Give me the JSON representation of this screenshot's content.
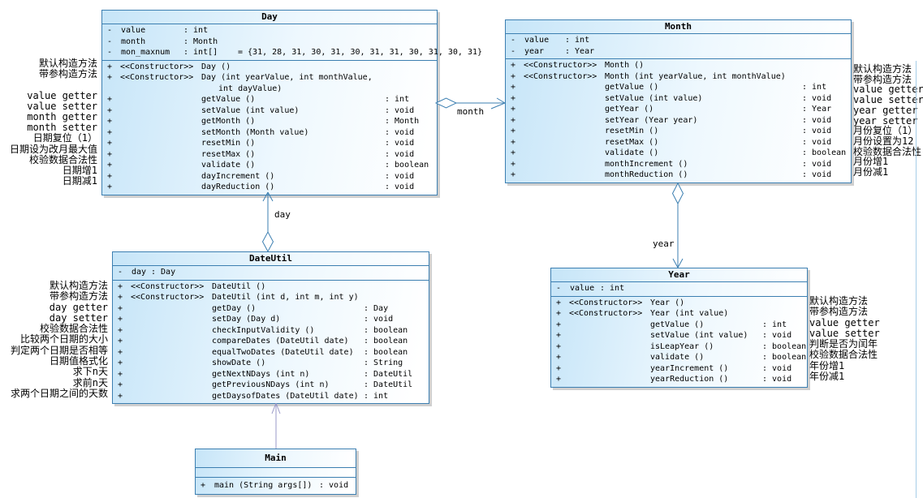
{
  "diagram": {
    "colors": {
      "box_border": "#3c7fb1",
      "box_fill_start": "#c6e5f8",
      "box_fill_end": "#ffffff",
      "association_line": "#3c7fb1",
      "dependency_line": "#9a9ac8",
      "text": "#000000"
    },
    "classes": {
      "day": {
        "title": "Day",
        "attributes": [
          {
            "v": "-",
            "name": "value",
            "type": "int"
          },
          {
            "v": "-",
            "name": "month",
            "type": "Month"
          },
          {
            "v": "-",
            "name": "mon_maxnum",
            "type": "int[]",
            "def": "= {31, 28, 31, 30, 31, 30, 31, 31, 30, 31, 30, 31}"
          }
        ],
        "methods": [
          {
            "v": "+",
            "st": "<<Constructor>>",
            "name": "Day ()"
          },
          {
            "v": "+",
            "st": "<<Constructor>>",
            "name": "Day (int yearValue, int monthValue,"
          },
          {
            "cont": "int dayValue)"
          },
          {
            "v": "+",
            "name": "getValue ()",
            "type": "int"
          },
          {
            "v": "+",
            "name": "setValue (int value)",
            "type": "void"
          },
          {
            "v": "+",
            "name": "getMonth ()",
            "type": "Month"
          },
          {
            "v": "+",
            "name": "setMonth (Month value)",
            "type": "void"
          },
          {
            "v": "+",
            "name": "resetMin ()",
            "type": "void"
          },
          {
            "v": "+",
            "name": "resetMax ()",
            "type": "void"
          },
          {
            "v": "+",
            "name": "validate ()",
            "type": "boolean"
          },
          {
            "v": "+",
            "name": "dayIncrement ()",
            "type": "void"
          },
          {
            "v": "+",
            "name": "dayReduction ()",
            "type": "void"
          }
        ]
      },
      "month": {
        "title": "Month",
        "attributes": [
          {
            "v": "-",
            "name": "value",
            "type": "int"
          },
          {
            "v": "-",
            "name": "year",
            "type": "Year"
          }
        ],
        "methods": [
          {
            "v": "+",
            "st": "<<Constructor>>",
            "name": "Month ()"
          },
          {
            "v": "+",
            "st": "<<Constructor>>",
            "name": "Month (int yearValue, int monthValue)"
          },
          {
            "v": "+",
            "name": "getValue ()",
            "type": "int"
          },
          {
            "v": "+",
            "name": "setValue (int value)",
            "type": "void"
          },
          {
            "v": "+",
            "name": "getYear ()",
            "type": "Year"
          },
          {
            "v": "+",
            "name": "setYear (Year year)",
            "type": "void"
          },
          {
            "v": "+",
            "name": "resetMin ()",
            "type": "void"
          },
          {
            "v": "+",
            "name": "resetMax ()",
            "type": "void"
          },
          {
            "v": "+",
            "name": "validate ()",
            "type": "boolean"
          },
          {
            "v": "+",
            "name": "monthIncrement ()",
            "type": "void"
          },
          {
            "v": "+",
            "name": "monthReduction ()",
            "type": "void"
          }
        ]
      },
      "dateutil": {
        "title": "DateUtil",
        "attributes": [
          {
            "v": "-",
            "name": "day",
            "type": "Day"
          }
        ],
        "methods": [
          {
            "v": "+",
            "st": "<<Constructor>>",
            "name": "DateUtil ()"
          },
          {
            "v": "+",
            "st": "<<Constructor>>",
            "name": "DateUtil (int d, int m, int y)"
          },
          {
            "v": "+",
            "name": "getDay ()",
            "type": "Day"
          },
          {
            "v": "+",
            "name": "setDay (Day d)",
            "type": "void"
          },
          {
            "v": "+",
            "name": "checkInputValidity ()",
            "type": "boolean"
          },
          {
            "v": "+",
            "name": "compareDates (DateUtil date)",
            "type": "boolean"
          },
          {
            "v": "+",
            "name": "equalTwoDates (DateUtil date)",
            "type": "boolean"
          },
          {
            "v": "+",
            "name": "showDate ()",
            "type": "String"
          },
          {
            "v": "+",
            "name": "getNextNDays (int n)",
            "type": "DateUtil"
          },
          {
            "v": "+",
            "name": "getPreviousNDays (int n)",
            "type": "DateUtil"
          },
          {
            "v": "+",
            "name": "getDaysofDates (DateUtil date)",
            "type": "int"
          }
        ]
      },
      "year": {
        "title": "Year",
        "attributes": [
          {
            "v": "-",
            "name": "value",
            "type": "int"
          }
        ],
        "methods": [
          {
            "v": "+",
            "st": "<<Constructor>>",
            "name": "Year ()"
          },
          {
            "v": "+",
            "st": "<<Constructor>>",
            "name": "Year (int value)"
          },
          {
            "v": "+",
            "name": "getValue ()",
            "type": "int"
          },
          {
            "v": "+",
            "name": "setValue (int value)",
            "type": "void"
          },
          {
            "v": "+",
            "name": "isLeapYear ()",
            "type": "boolean"
          },
          {
            "v": "+",
            "name": "validate ()",
            "type": "boolean"
          },
          {
            "v": "+",
            "name": "yearIncrement ()",
            "type": "void"
          },
          {
            "v": "+",
            "name": "yearReduction ()",
            "type": "void"
          }
        ]
      },
      "main": {
        "title": "Main",
        "attributes": [],
        "methods": [
          {
            "v": "+",
            "name": "main (String args[])",
            "type": "void"
          }
        ]
      }
    },
    "annotations": {
      "day_left": [
        "默认构造方法",
        "带参构造方法",
        "",
        "value getter",
        "value setter",
        "month getter",
        "month setter",
        "日期复位（1）",
        "日期设为改月最大值",
        "校验数据合法性",
        "日期增1",
        "日期减1"
      ],
      "month_right": [
        "默认构造方法",
        "带参构造方法",
        "value getter",
        "value setter",
        "year getter",
        "year setter",
        "月份复位（1）",
        "月份设置为12",
        "校验数据合法性",
        "月份增1",
        "月份减1"
      ],
      "dateutil_left": [
        "默认构造方法",
        "带参构造方法",
        "day getter",
        "day setter",
        "校验数据合法性",
        "比较两个日期的大小",
        "判定两个日期是否相等",
        "日期值格式化",
        "求下n天",
        "求前n天",
        "求两个日期之间的天数"
      ],
      "year_right": [
        "默认构造方法",
        "带参构造方法",
        "value getter",
        "value setter",
        "判断是否为闰年",
        "校验数据合法性",
        "年份增1",
        "年份减1"
      ]
    },
    "connectors": {
      "month_label": "month",
      "day_label": "day",
      "year_label": "year"
    }
  }
}
